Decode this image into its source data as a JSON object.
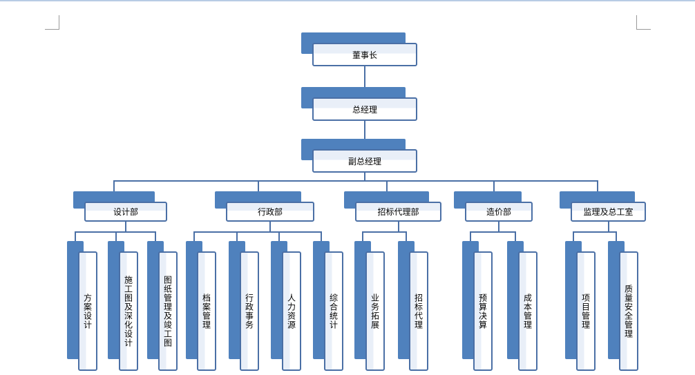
{
  "top": [
    "董事长",
    "总经理",
    "副总经理"
  ],
  "departments": [
    {
      "name": "设计部",
      "units": [
        "方案设计",
        "施工图及深化设计",
        "图纸管理及竣工图"
      ]
    },
    {
      "name": "行政部",
      "units": [
        "档案管理",
        "行政事务",
        "人力资源",
        "综合统计"
      ]
    },
    {
      "name": "招标代理部",
      "units": [
        "业务拓展",
        "招标代理"
      ]
    },
    {
      "name": "造价部",
      "units": [
        "预算决算",
        "成本管理"
      ]
    },
    {
      "name": "监理及总工室",
      "units": [
        "项目管理",
        "质量安全管理"
      ]
    }
  ],
  "colors": {
    "box": "#4f81bd",
    "border": "#4a6fa5"
  }
}
